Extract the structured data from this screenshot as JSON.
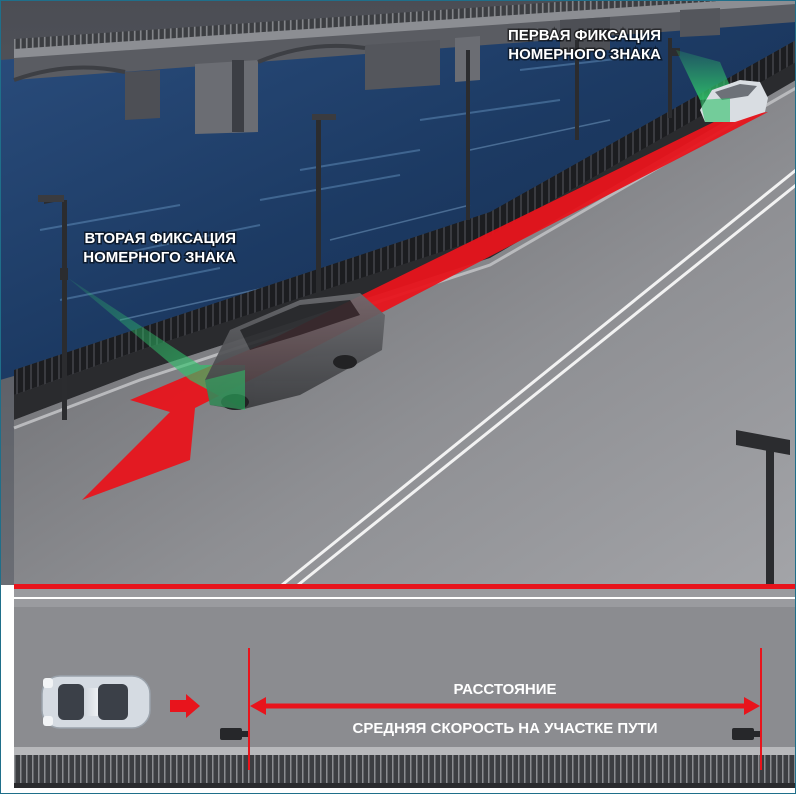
{
  "labels": {
    "first_capture_line1": "ПЕРВАЯ ФИКСАЦИЯ",
    "first_capture_line2": "НОМЕРНОГО ЗНАКА",
    "second_capture_line1": "ВТОРАЯ ФИКСАЦИЯ",
    "second_capture_line2": "НОМЕРНОГО ЗНАКА",
    "distance": "РАССТОЯНИЕ",
    "average_speed": "СРЕДНЯЯ СКОРОСТЬ НА УЧАСТКЕ ПУТИ"
  },
  "colors": {
    "accent_red": "#e8141c",
    "detection_green": "#2fc26a",
    "water": "#1e3d66",
    "road": "#8d8e92",
    "embankment": "#2a2b2e",
    "frame_border": "#1f6f8a"
  },
  "icons": {
    "camera": "camera-icon",
    "arrow": "direction-arrow-icon",
    "car": "car-icon",
    "street_lamp": "street-lamp-icon"
  }
}
